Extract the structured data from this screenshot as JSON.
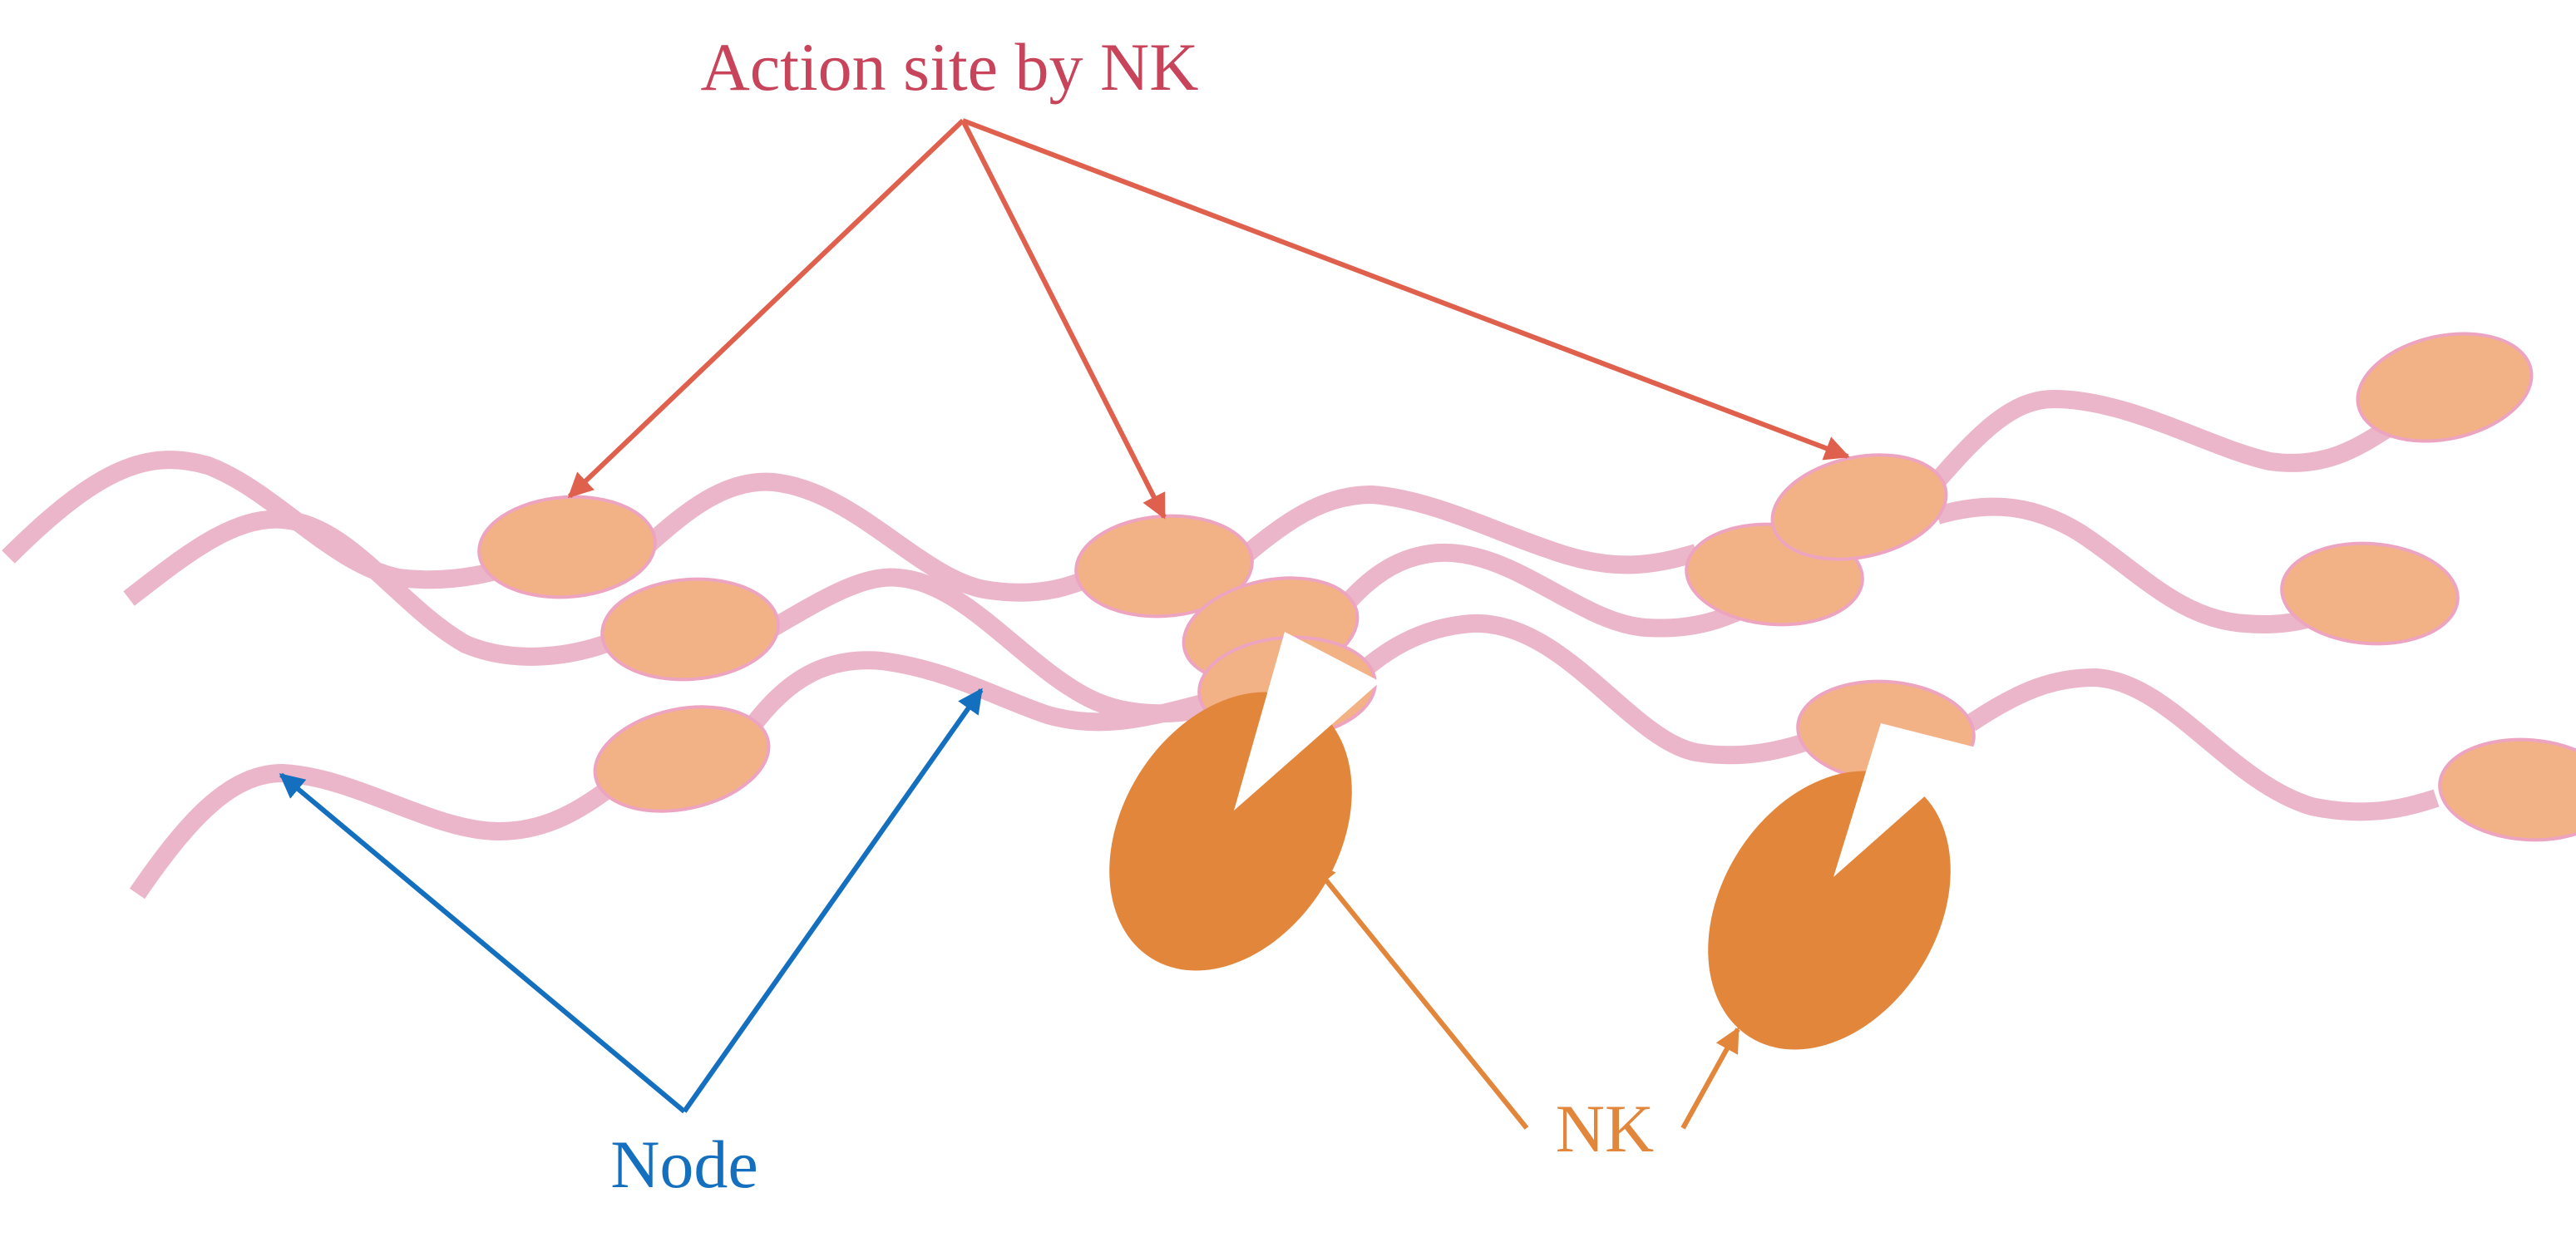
{
  "labels": {
    "action_site": "Action site by NK",
    "node": "Node",
    "nk": "NK"
  },
  "colors": {
    "action_site": "#C8445A",
    "action_arrow": "#E0604E",
    "node": "#1470BE",
    "nk": "#E2863B",
    "fiber": "#EBB6C9",
    "node_fill": "#F3B286",
    "nk_fill": "#E2863B"
  }
}
